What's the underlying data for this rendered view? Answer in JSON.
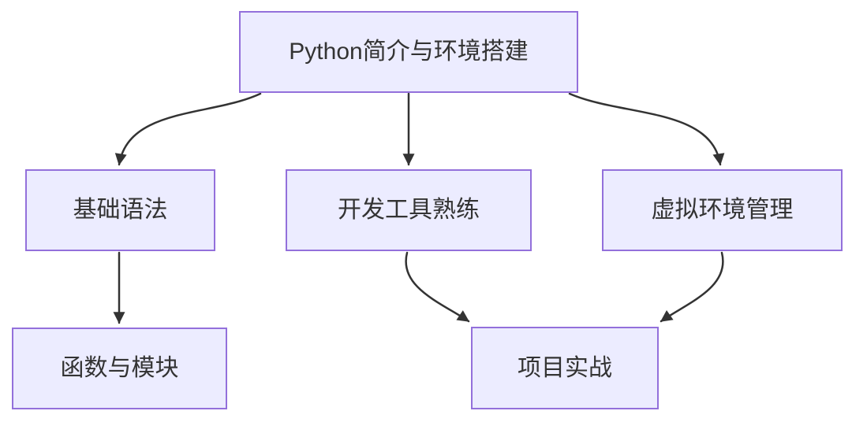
{
  "diagram": {
    "type": "flowchart",
    "direction": "top-down",
    "nodes": {
      "python_intro": {
        "label": "Python简介与环境搭建"
      },
      "basic_syntax": {
        "label": "基础语法"
      },
      "dev_tools": {
        "label": "开发工具熟练"
      },
      "virtual_env": {
        "label": "虚拟环境管理"
      },
      "functions_modules": {
        "label": "函数与模块"
      },
      "project_practice": {
        "label": "项目实战"
      }
    },
    "edges": [
      {
        "from": "python_intro",
        "to": "basic_syntax"
      },
      {
        "from": "python_intro",
        "to": "dev_tools"
      },
      {
        "from": "python_intro",
        "to": "virtual_env"
      },
      {
        "from": "basic_syntax",
        "to": "functions_modules"
      },
      {
        "from": "dev_tools",
        "to": "project_practice"
      },
      {
        "from": "virtual_env",
        "to": "project_practice"
      }
    ],
    "colors": {
      "node_fill": "#ECECFF",
      "node_border": "#9370DB",
      "edge": "#333333",
      "text": "#333333",
      "background": "#FFFFFF"
    }
  }
}
